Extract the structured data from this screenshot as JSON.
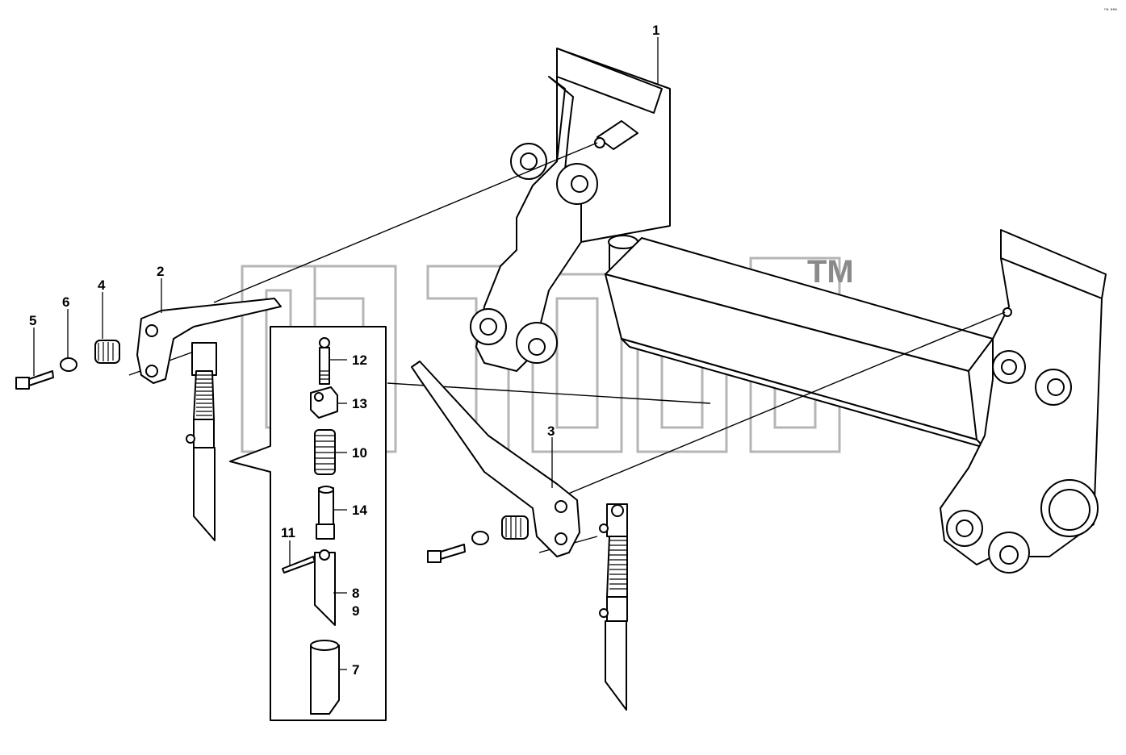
{
  "corner_mark": "ⁿᵃ ᵃᵃᵃ",
  "watermark": {
    "trademark": "TM"
  },
  "callouts": {
    "c1": "1",
    "c2": "2",
    "c3": "3",
    "c4": "4",
    "c5": "5",
    "c6": "6",
    "c7": "7",
    "c8": "8",
    "c9": "9",
    "c10": "10",
    "c11": "11",
    "c12": "12",
    "c13": "13",
    "c14": "14"
  }
}
